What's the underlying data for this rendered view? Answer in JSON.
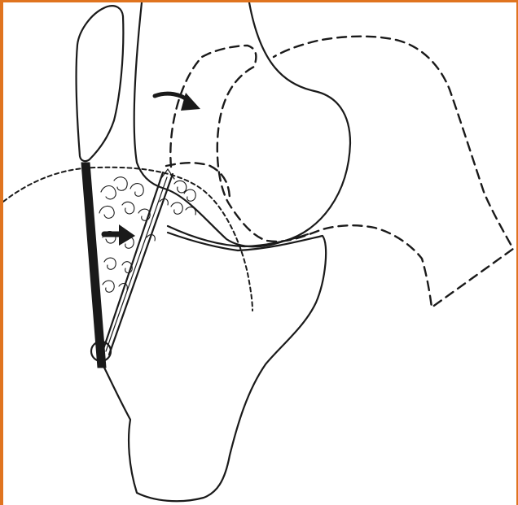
{
  "colors": {
    "frame": "#e0741f",
    "ink": "#1a1a1a",
    "background": "#ffffff"
  },
  "figure": {
    "elements": [
      "patella",
      "femur",
      "tibia",
      "patellar-tendon",
      "graft",
      "infrapatellar-fat-pad",
      "femur-flexed-dashed-outline",
      "tibia-dashed-outline",
      "flexion-arrow",
      "fat-pad-arrow"
    ]
  }
}
